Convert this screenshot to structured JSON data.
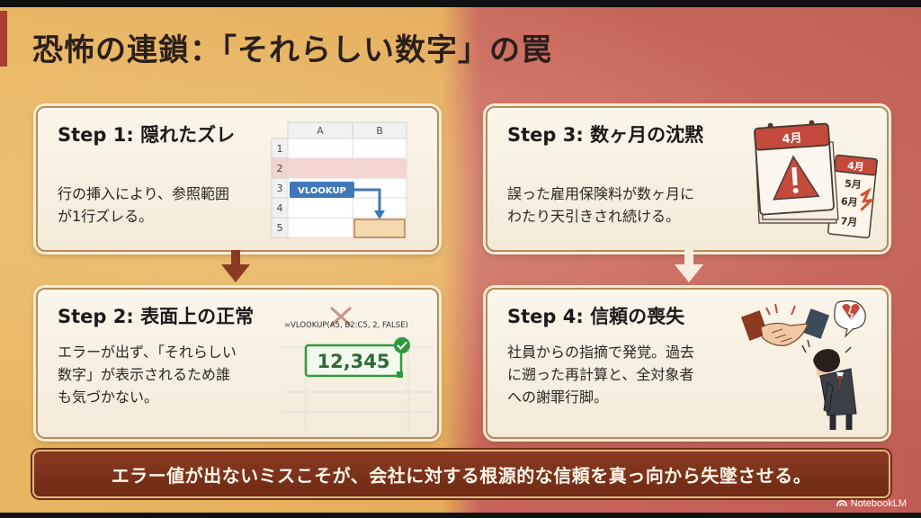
{
  "title": "恐怖の連鎖：「それらしい数字」の罠",
  "steps": [
    {
      "heading": "Step 1: 隠れたズレ",
      "body": [
        "行の挿入により、参照範囲",
        "が1行ズレる。"
      ],
      "sheet": {
        "columns": [
          "A",
          "B"
        ],
        "rows": [
          "1",
          "2",
          "3",
          "4",
          "5"
        ],
        "function_label": "VLOOKUP"
      }
    },
    {
      "heading": "Step 2: 表面上の正常",
      "body": [
        "エラーが出ず、「それらしい",
        "数字」が表示されるため誰",
        "も気づかない。"
      ],
      "formula": "=VLOOKUP(A5, B2:C5, 2, FALSE)",
      "result_value": "12,345"
    },
    {
      "heading": "Step 3: 数ヶ月の沈黙",
      "body": [
        "誤った雇用保険料が数ヶ月に",
        "わたり天引きされ続ける。"
      ],
      "calendar_months": [
        "4月",
        "4月",
        "5月",
        "6月",
        "7月"
      ]
    },
    {
      "heading": "Step 4: 信頼の喪失",
      "body": [
        "社員からの指摘で発覚。過去",
        "に遡った再計算と、全対象者",
        "への謝罪行脚。"
      ]
    }
  ],
  "banner": "エラー値が出ないミスこそが、会社に対する根源的な信頼を真っ向から失墜させる。",
  "brand": "NotebookLM",
  "colors": {
    "left_bg": "#e6b05c",
    "right_bg": "#c4605a",
    "accent": "#a8402f",
    "banner_bg": "#7a301a",
    "success_green": "#2e9a3c",
    "sheet_blue": "#3f78b9"
  },
  "icons": [
    "plus-circle-icon",
    "arrow-down-icon",
    "x-mark-icon",
    "check-badge-icon",
    "calendar-warning-icon",
    "broken-heart-icon",
    "handshake-icon",
    "bowing-person-icon"
  ]
}
